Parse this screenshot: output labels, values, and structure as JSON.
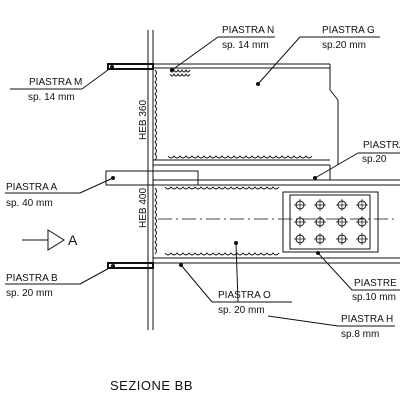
{
  "drawing": {
    "title": "SEZIONE BB",
    "section_mark": "A",
    "beam_labels": {
      "heb_upper": "HEB 360",
      "heb_lower": "HEB 400"
    },
    "plates": {
      "m": {
        "name": "PIASTRA M",
        "thickness": "sp. 14 mm"
      },
      "n": {
        "name": "PIASTRA N",
        "thickness": "sp. 14 mm"
      },
      "g": {
        "name": "PIASTRA G",
        "thickness": "sp.20 mm"
      },
      "right_top": {
        "name": "PIASTRA",
        "thickness": "sp.20"
      },
      "a": {
        "name": "PIASTRA A",
        "thickness": "sp. 40 mm"
      },
      "b": {
        "name": "PIASTRA B",
        "thickness": "sp. 20 mm"
      },
      "o": {
        "name": "PIASTRA O",
        "thickness": "sp. 20 mm"
      },
      "h_upper": {
        "name": "PIASTRE H",
        "thickness": "sp.10 mm"
      },
      "h_lower": {
        "name": "PIASTRA H",
        "thickness": "sp.8 mm"
      }
    }
  }
}
